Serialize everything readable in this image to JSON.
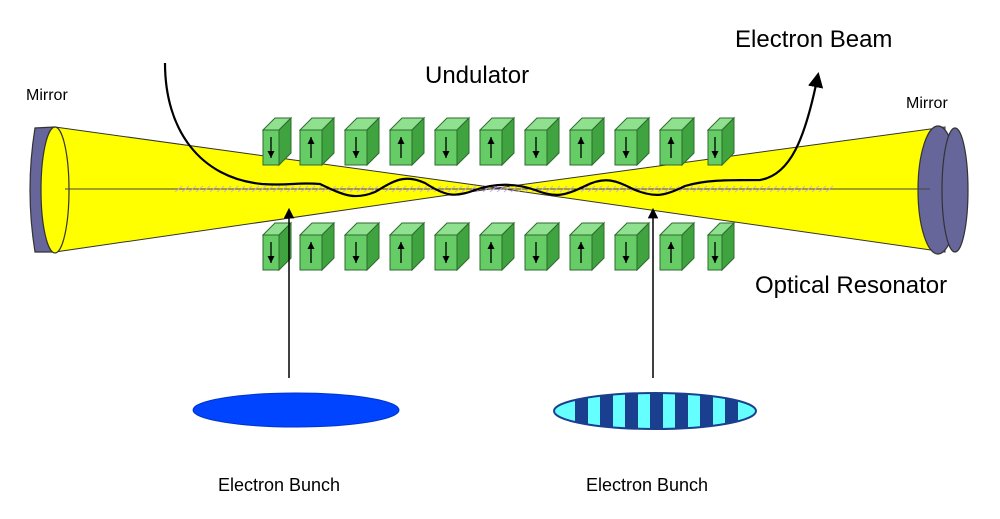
{
  "labels": {
    "electron_beam": "Electron Beam",
    "undulator": "Undulator",
    "mirror_left": "Mirror",
    "mirror_right": "Mirror",
    "optical_resonator": "Optical Resonator",
    "bunch_left": "Electron Bunch",
    "bunch_right": "Electron Bunch"
  },
  "magnets": {
    "top_row": [
      "down",
      "up",
      "down",
      "up",
      "down",
      "up",
      "down",
      "up",
      "down",
      "up",
      "down"
    ],
    "bottom_row": [
      "down",
      "up",
      "down",
      "up",
      "down",
      "up",
      "down",
      "up",
      "down",
      "up",
      "down"
    ]
  },
  "colors": {
    "laser_beam": "#ffff00",
    "magnet_front": "#66cc66",
    "magnet_side": "#3fa33f",
    "magnet_top": "#8fe08f",
    "mirror": "#66669a",
    "bunch_left": "#0044ff",
    "bunch_right_dark": "#1a3f8f",
    "bunch_right_light": "#66ffff"
  }
}
